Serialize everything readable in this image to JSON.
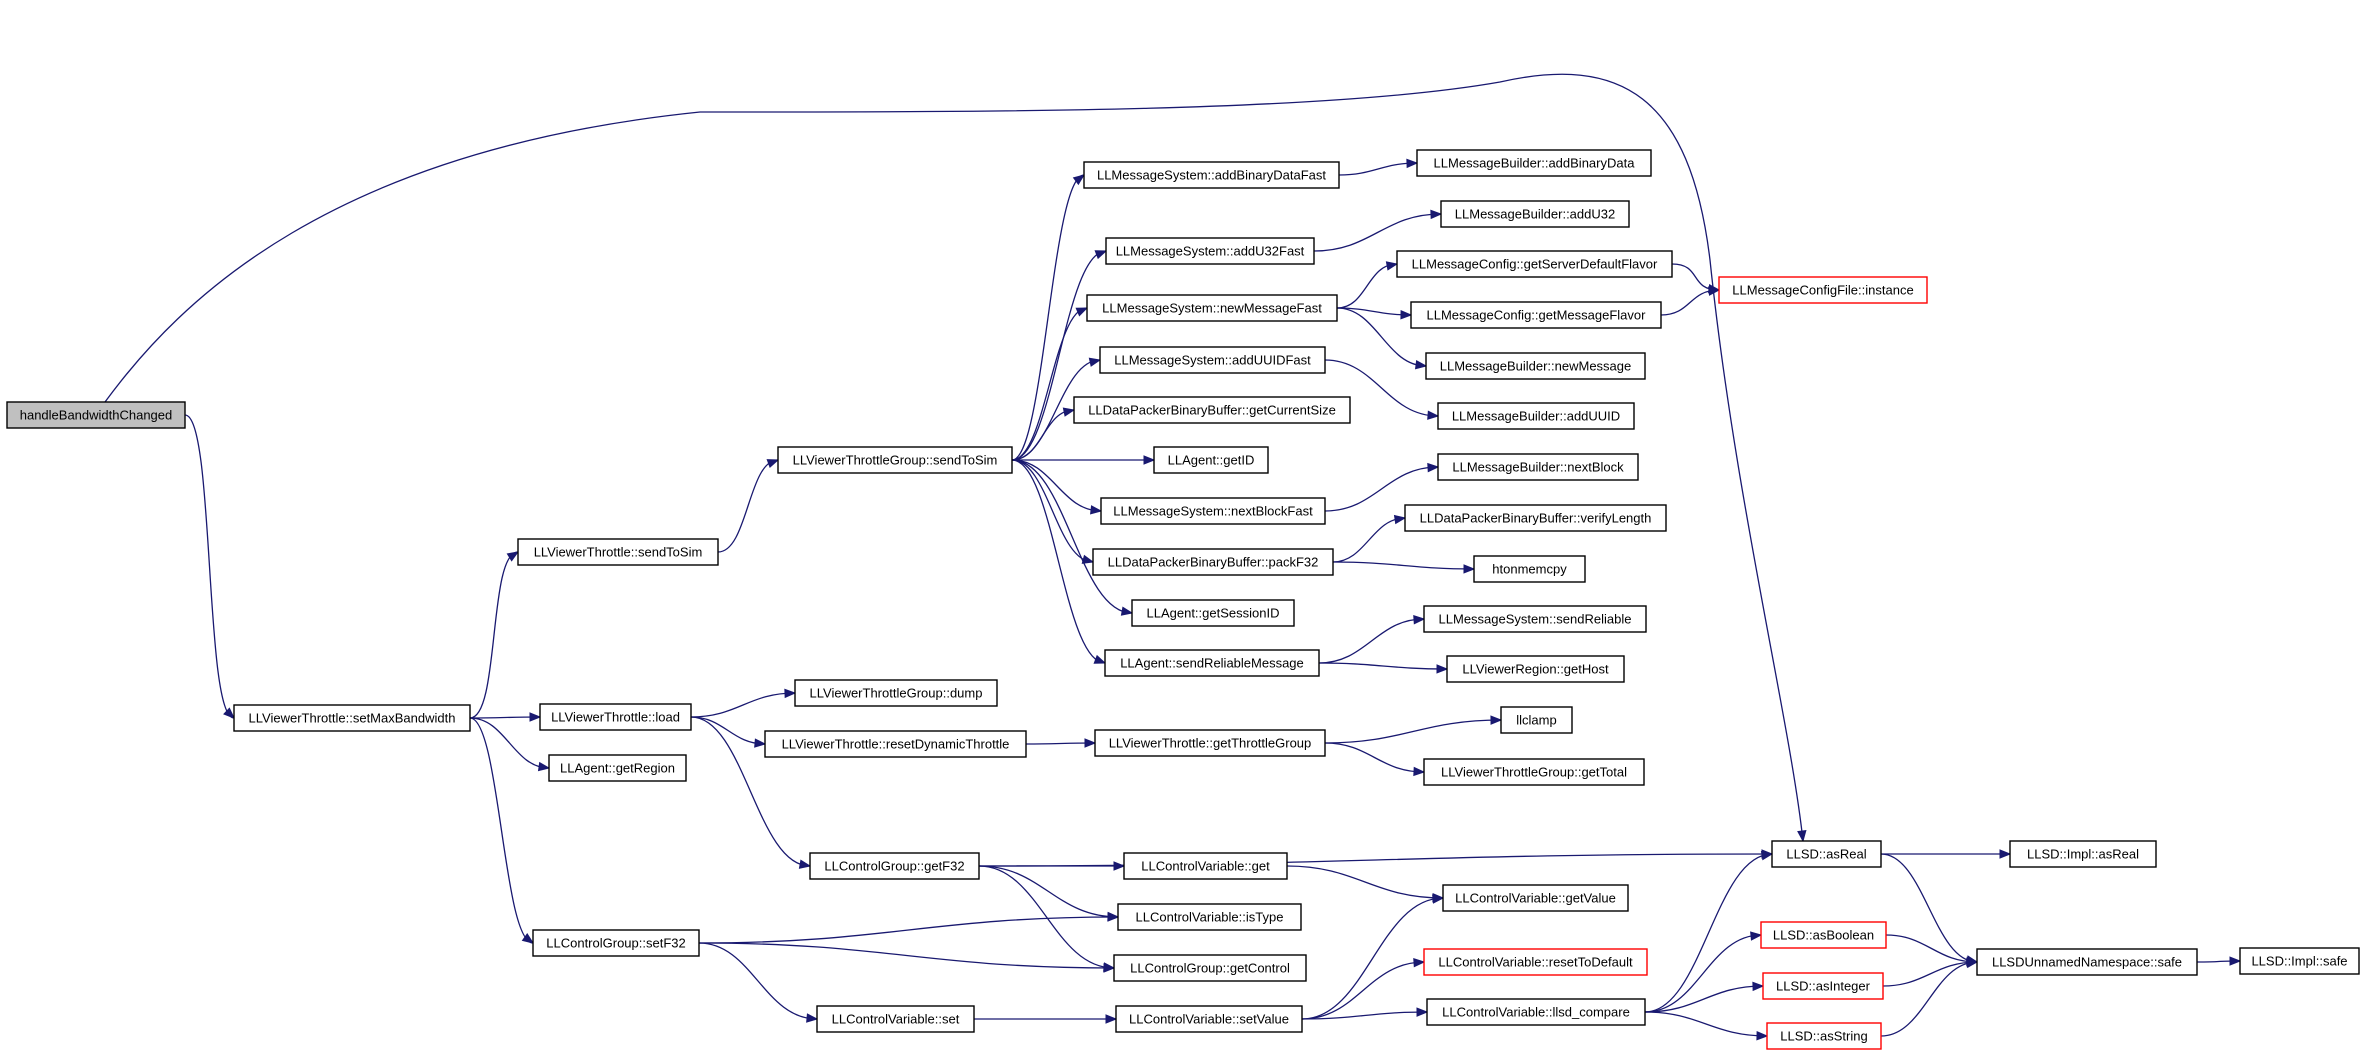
{
  "colors": {
    "edge": "#191970",
    "node_border": "#000000",
    "truncated_border": "#ff0000",
    "root_fill": "#c0c0c0",
    "background": "#ffffff"
  },
  "nodes": [
    {
      "id": "root",
      "label": "handleBandwidthChanged",
      "root": true
    },
    {
      "id": "setMaxBandwidth",
      "label": "LLViewerThrottle::setMaxBandwidth"
    },
    {
      "id": "vt_sendToSim",
      "label": "LLViewerThrottle::sendToSim"
    },
    {
      "id": "vtg_sendToSim",
      "label": "LLViewerThrottleGroup::sendToSim"
    },
    {
      "id": "addBinaryDataFast",
      "label": "LLMessageSystem::addBinaryDataFast"
    },
    {
      "id": "mb_addBinaryData",
      "label": "LLMessageBuilder::addBinaryData"
    },
    {
      "id": "addU32Fast",
      "label": "LLMessageSystem::addU32Fast"
    },
    {
      "id": "mb_addU32",
      "label": "LLMessageBuilder::addU32"
    },
    {
      "id": "getServerDefaultFlavor",
      "label": "LLMessageConfig::getServerDefaultFlavor"
    },
    {
      "id": "newMessageFast",
      "label": "LLMessageSystem::newMessageFast"
    },
    {
      "id": "getMessageFlavor",
      "label": "LLMessageConfig::getMessageFlavor"
    },
    {
      "id": "mcf_instance",
      "label": "LLMessageConfigFile::instance",
      "truncated": true
    },
    {
      "id": "addUUIDFast",
      "label": "LLMessageSystem::addUUIDFast"
    },
    {
      "id": "mb_newMessage",
      "label": "LLMessageBuilder::newMessage"
    },
    {
      "id": "getCurrentSize",
      "label": "LLDataPackerBinaryBuffer::getCurrentSize"
    },
    {
      "id": "mb_addUUID",
      "label": "LLMessageBuilder::addUUID"
    },
    {
      "id": "getID",
      "label": "LLAgent::getID"
    },
    {
      "id": "mb_nextBlock",
      "label": "LLMessageBuilder::nextBlock"
    },
    {
      "id": "nextBlockFast",
      "label": "LLMessageSystem::nextBlockFast"
    },
    {
      "id": "verifyLength",
      "label": "LLDataPackerBinaryBuffer::verifyLength"
    },
    {
      "id": "packF32",
      "label": "LLDataPackerBinaryBuffer::packF32"
    },
    {
      "id": "htonmemcpy",
      "label": "htonmemcpy"
    },
    {
      "id": "getSessionID",
      "label": "LLAgent::getSessionID"
    },
    {
      "id": "sendReliable",
      "label": "LLMessageSystem::sendReliable"
    },
    {
      "id": "sendReliableMessage",
      "label": "LLAgent::sendReliableMessage"
    },
    {
      "id": "getHost",
      "label": "LLViewerRegion::getHost"
    },
    {
      "id": "vtg_dump",
      "label": "LLViewerThrottleGroup::dump"
    },
    {
      "id": "vt_load",
      "label": "LLViewerThrottle::load"
    },
    {
      "id": "resetDynamicThrottle",
      "label": "LLViewerThrottle::resetDynamicThrottle"
    },
    {
      "id": "getThrottleGroup",
      "label": "LLViewerThrottle::getThrottleGroup"
    },
    {
      "id": "llclamp",
      "label": "llclamp"
    },
    {
      "id": "getRegion",
      "label": "LLAgent::getRegion"
    },
    {
      "id": "vtg_getTotal",
      "label": "LLViewerThrottleGroup::getTotal"
    },
    {
      "id": "getF32",
      "label": "LLControlGroup::getF32"
    },
    {
      "id": "asReal",
      "label": "LLSD::asReal"
    },
    {
      "id": "impl_asReal",
      "label": "LLSD::Impl::asReal"
    },
    {
      "id": "cv_get",
      "label": "LLControlVariable::get"
    },
    {
      "id": "cv_getValue",
      "label": "LLControlVariable::getValue"
    },
    {
      "id": "cv_isType",
      "label": "LLControlVariable::isType"
    },
    {
      "id": "setF32",
      "label": "LLControlGroup::setF32"
    },
    {
      "id": "resetToDefault",
      "label": "LLControlVariable::resetToDefault",
      "truncated": true
    },
    {
      "id": "asBoolean",
      "label": "LLSD::asBoolean",
      "truncated": true
    },
    {
      "id": "safe",
      "label": "LLSDUnnamedNamespace::safe"
    },
    {
      "id": "impl_safe",
      "label": "LLSD::Impl::safe"
    },
    {
      "id": "cg_getControl",
      "label": "LLControlGroup::getControl"
    },
    {
      "id": "asInteger",
      "label": "LLSD::asInteger",
      "truncated": true
    },
    {
      "id": "cv_set",
      "label": "LLControlVariable::set"
    },
    {
      "id": "cv_setValue",
      "label": "LLControlVariable::setValue"
    },
    {
      "id": "llsd_compare",
      "label": "LLControlVariable::llsd_compare"
    },
    {
      "id": "asString",
      "label": "LLSD::asString",
      "truncated": true
    }
  ],
  "edges": [
    [
      "root",
      "setMaxBandwidth"
    ],
    [
      "root",
      "asReal"
    ],
    [
      "setMaxBandwidth",
      "vt_sendToSim"
    ],
    [
      "setMaxBandwidth",
      "vt_load"
    ],
    [
      "setMaxBandwidth",
      "getRegion"
    ],
    [
      "setMaxBandwidth",
      "setF32"
    ],
    [
      "vt_sendToSim",
      "vtg_sendToSim"
    ],
    [
      "vtg_sendToSim",
      "addBinaryDataFast"
    ],
    [
      "vtg_sendToSim",
      "addU32Fast"
    ],
    [
      "vtg_sendToSim",
      "newMessageFast"
    ],
    [
      "vtg_sendToSim",
      "addUUIDFast"
    ],
    [
      "vtg_sendToSim",
      "getCurrentSize"
    ],
    [
      "vtg_sendToSim",
      "getID"
    ],
    [
      "vtg_sendToSim",
      "nextBlockFast"
    ],
    [
      "vtg_sendToSim",
      "packF32"
    ],
    [
      "vtg_sendToSim",
      "getSessionID"
    ],
    [
      "vtg_sendToSim",
      "sendReliableMessage"
    ],
    [
      "addBinaryDataFast",
      "mb_addBinaryData"
    ],
    [
      "addU32Fast",
      "mb_addU32"
    ],
    [
      "newMessageFast",
      "getServerDefaultFlavor"
    ],
    [
      "newMessageFast",
      "getMessageFlavor"
    ],
    [
      "newMessageFast",
      "mb_newMessage"
    ],
    [
      "getServerDefaultFlavor",
      "mcf_instance"
    ],
    [
      "getMessageFlavor",
      "mcf_instance"
    ],
    [
      "addUUIDFast",
      "mb_addUUID"
    ],
    [
      "nextBlockFast",
      "mb_nextBlock"
    ],
    [
      "packF32",
      "verifyLength"
    ],
    [
      "packF32",
      "htonmemcpy"
    ],
    [
      "sendReliableMessage",
      "sendReliable"
    ],
    [
      "sendReliableMessage",
      "getHost"
    ],
    [
      "vt_load",
      "vtg_dump"
    ],
    [
      "vt_load",
      "resetDynamicThrottle"
    ],
    [
      "vt_load",
      "getF32"
    ],
    [
      "resetDynamicThrottle",
      "getThrottleGroup"
    ],
    [
      "getThrottleGroup",
      "llclamp"
    ],
    [
      "getThrottleGroup",
      "vtg_getTotal"
    ],
    [
      "getF32",
      "asReal"
    ],
    [
      "getF32",
      "cv_get"
    ],
    [
      "getF32",
      "cv_isType"
    ],
    [
      "getF32",
      "cg_getControl"
    ],
    [
      "cv_get",
      "cv_getValue"
    ],
    [
      "setF32",
      "cv_isType"
    ],
    [
      "setF32",
      "cg_getControl"
    ],
    [
      "setF32",
      "cv_set"
    ],
    [
      "cv_set",
      "cv_setValue"
    ],
    [
      "cv_setValue",
      "cv_getValue"
    ],
    [
      "cv_setValue",
      "resetToDefault"
    ],
    [
      "cv_setValue",
      "llsd_compare"
    ],
    [
      "llsd_compare",
      "asReal"
    ],
    [
      "llsd_compare",
      "asBoolean"
    ],
    [
      "llsd_compare",
      "asInteger"
    ],
    [
      "llsd_compare",
      "asString"
    ],
    [
      "asReal",
      "impl_asReal"
    ],
    [
      "asReal",
      "safe"
    ],
    [
      "asBoolean",
      "safe"
    ],
    [
      "asInteger",
      "safe"
    ],
    [
      "asString",
      "safe"
    ],
    [
      "safe",
      "impl_safe"
    ]
  ]
}
